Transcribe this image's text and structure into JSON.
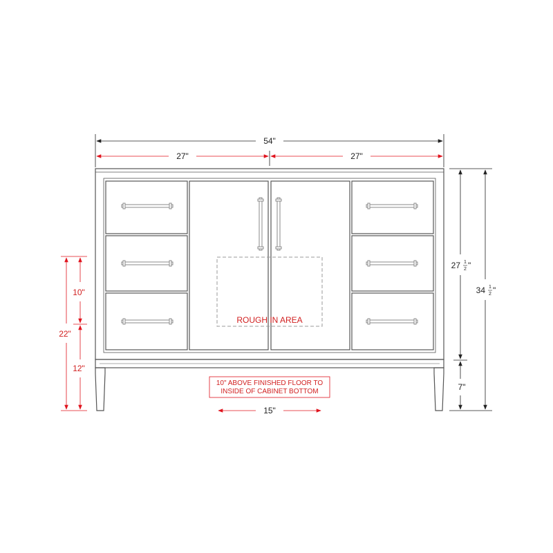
{
  "colors": {
    "outline": "#555555",
    "dimension_black": "#222222",
    "dimension_red": "#e0141e",
    "label_red": "#d11f1f",
    "handle": "#8a8a8a"
  },
  "dimensions": {
    "overall_width": "54\"",
    "left_half_width": "27\"",
    "right_half_width": "27\"",
    "cabinet_height": "27",
    "total_height": "34",
    "fraction_numerator": "1",
    "fraction_denominator": "2",
    "inch_mark": "\"",
    "leg_height": "7\"",
    "rough_in_height": "10\"",
    "rough_in_top": "22\"",
    "floor_to_bottom": "12\"",
    "rough_in_width": "15\""
  },
  "labels": {
    "rough_in_area": "ROUGH IN AREA",
    "floor_note_line1": "10\" ABOVE FINISHED FLOOR TO",
    "floor_note_line2": "INSIDE OF CABINET BOTTOM"
  }
}
